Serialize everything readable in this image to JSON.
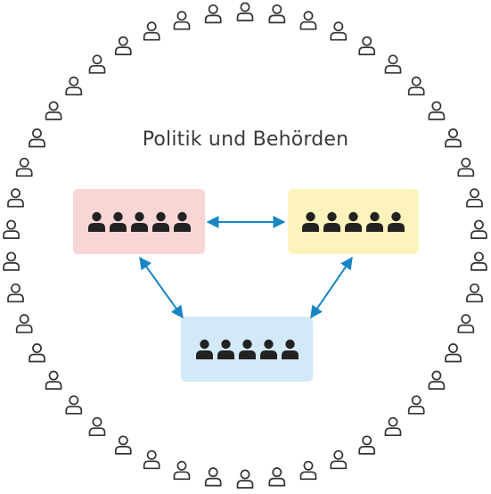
{
  "title": "Politik und Behörden",
  "colors": {
    "group_red": "#f9d6d6",
    "group_yellow": "#fdf4bd",
    "group_blue": "#d3e9f8",
    "arrow": "#1a86c6",
    "person_solid": "#222222",
    "person_outline": "#333333"
  },
  "icons": {
    "group_member": "person-solid-icon",
    "crowd_member": "person-outline-icon"
  },
  "groups": [
    {
      "id": "group-red",
      "color_key": "group_red",
      "members": 5
    },
    {
      "id": "group-yellow",
      "color_key": "group_yellow",
      "members": 5
    },
    {
      "id": "group-blue",
      "color_key": "group_blue",
      "members": 5
    }
  ],
  "connections": [
    {
      "from": "group-red",
      "to": "group-yellow",
      "direction": "both"
    },
    {
      "from": "group-red",
      "to": "group-blue",
      "direction": "both"
    },
    {
      "from": "group-yellow",
      "to": "group-blue",
      "direction": "both"
    }
  ],
  "crowd": {
    "count": 46
  }
}
